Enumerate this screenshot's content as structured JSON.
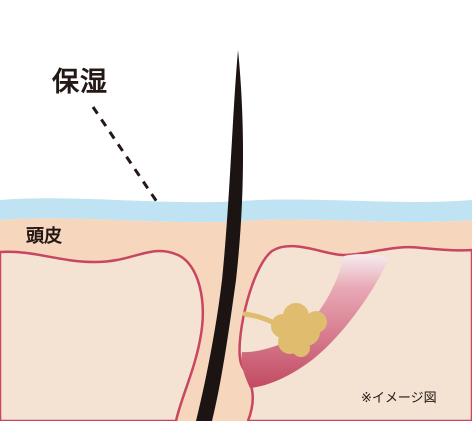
{
  "labels": {
    "moisture": "保湿",
    "scalp": "頭皮",
    "note": "※イメージ図"
  },
  "colors": {
    "background": "#ffffff",
    "moisture_layer": "#bfe3f2",
    "outer_skin": "#f6d6bc",
    "skin_tissue": "#f4e2d3",
    "tissue_outline": "#c8465f",
    "follicle_muscle": "#c24a62",
    "hair": "#1b1413",
    "sebaceous_gland": "#dfbc6e",
    "dashed_line": "#231815"
  }
}
